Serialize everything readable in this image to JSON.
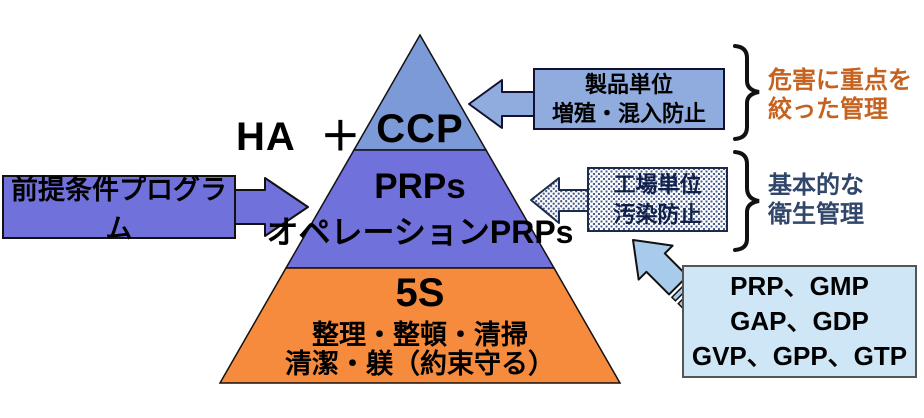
{
  "diagram": {
    "ha_label": "HA ＋",
    "pyramid": {
      "top": {
        "label": "CCP",
        "color": "#7D9AD8"
      },
      "middle": {
        "label": "PRPs",
        "label2": "オペレーションPRPs",
        "color": "#7171DB"
      },
      "bottom": {
        "label": "5S",
        "line1": "整理・整頓・清掃",
        "line2": "清潔・躾（約束守る）",
        "color": "#F78B3D"
      }
    },
    "left_callout": {
      "label": "前提条件プログラム",
      "color": "#7171DB"
    },
    "product_callout": {
      "line1": "製品単位",
      "line2": "増殖・混入防止",
      "color": "#90ABDE"
    },
    "factory_callout": {
      "line1": "工場単位",
      "line2": "汚染防止",
      "dot_color": "#4A5C8C"
    },
    "prp_box": {
      "line1": "PRP、GMP",
      "line2": "GAP、GDP",
      "line3": "GVP、GPP、GTP",
      "color": "#CFE6F7"
    },
    "prp_arrow": {
      "color": "#A8CBEC"
    },
    "hazard_note": {
      "line1": "危害に重点を",
      "line2": "絞った管理",
      "color": "#C5621F"
    },
    "basic_note": {
      "line1": "基本的な",
      "line2": "衛生管理",
      "color": "#31466B"
    }
  }
}
